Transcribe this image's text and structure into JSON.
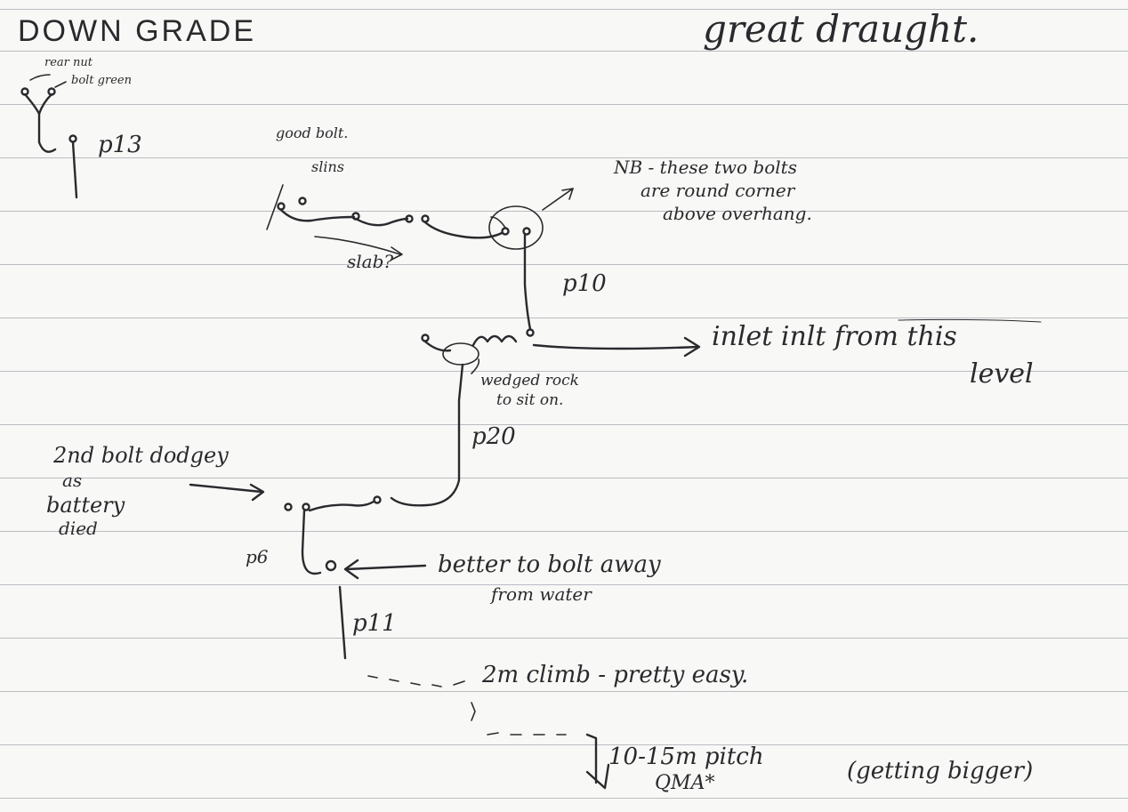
{
  "header": {
    "left_title": "DOWN GRADE",
    "right_title": "great draught."
  },
  "labels": {
    "rear_nut": "rear nut",
    "bolt_green": "bolt green",
    "p13": "p13",
    "good_bolt": "good bolt.",
    "slings": "slins",
    "slab": "slab?",
    "nb_note_line1": "NB - these two bolts",
    "nb_note_line2": "are round corner",
    "nb_note_line3": "above overhang.",
    "p10": "p10",
    "inlet_line1": "inlet inlt from this",
    "inlet_line2": "level",
    "wedged_line1": "wedged rock",
    "wedged_line2": "to sit on.",
    "p20": "p20",
    "dodgy_line1": "2nd bolt dodgey",
    "dodgy_line2": "as",
    "dodgy_line3": "battery",
    "dodgy_line4": "died",
    "p6": "p6",
    "better_line1": "better to bolt away",
    "better_line2": "from water",
    "p11": "p11",
    "climb": "2m climb - pretty easy.",
    "pitch_line1": "10-15m pitch",
    "pitch_line2": "QMA*",
    "pitch_line3": "(getting bigger)"
  },
  "colors": {
    "ink": "#2a2a2e",
    "rule": "#b9bcc2",
    "paper": "#f8f8f6"
  }
}
